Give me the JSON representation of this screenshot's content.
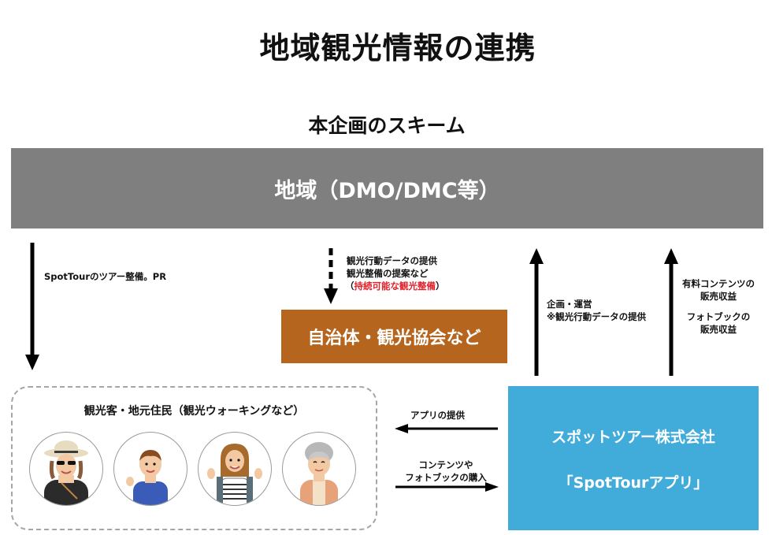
{
  "title": "地域観光情報の連携",
  "subtitle": "本企画のスキーム",
  "region_box": "地域（DMO/DMC等）",
  "labels": {
    "spottour_pr": "SpotTourのツアー整備。PR",
    "behavior_line1": "観光行動データの提供",
    "behavior_line2": "観光整備の提案など",
    "behavior_line3_open": "（",
    "behavior_line3_red": "持続可能な観光整備",
    "behavior_line3_close": "）",
    "planning_line1": "企画・運営",
    "planning_line2": "※観光行動データの提供",
    "paid_line1": "有料コンテンツの",
    "paid_line2": "販売収益",
    "photobook_line1": "フォトブックの",
    "photobook_line2": "販売収益",
    "app_provide": "アプリの提供",
    "purchase_line1": "コンテンツや",
    "purchase_line2": "フォトブックの購入"
  },
  "municipality_box": "自治体・観光協会など",
  "visitors_box": "観光客・地元住民（観光ウォーキングなど）",
  "company_box": {
    "name": "スポットツアー株式会社",
    "app": "「SpotTourアプリ」"
  },
  "colors": {
    "region_bg": "#7f7f7f",
    "municipality_bg": "#b5651d",
    "company_bg": "#41acd9",
    "highlight": "#e0202a"
  }
}
